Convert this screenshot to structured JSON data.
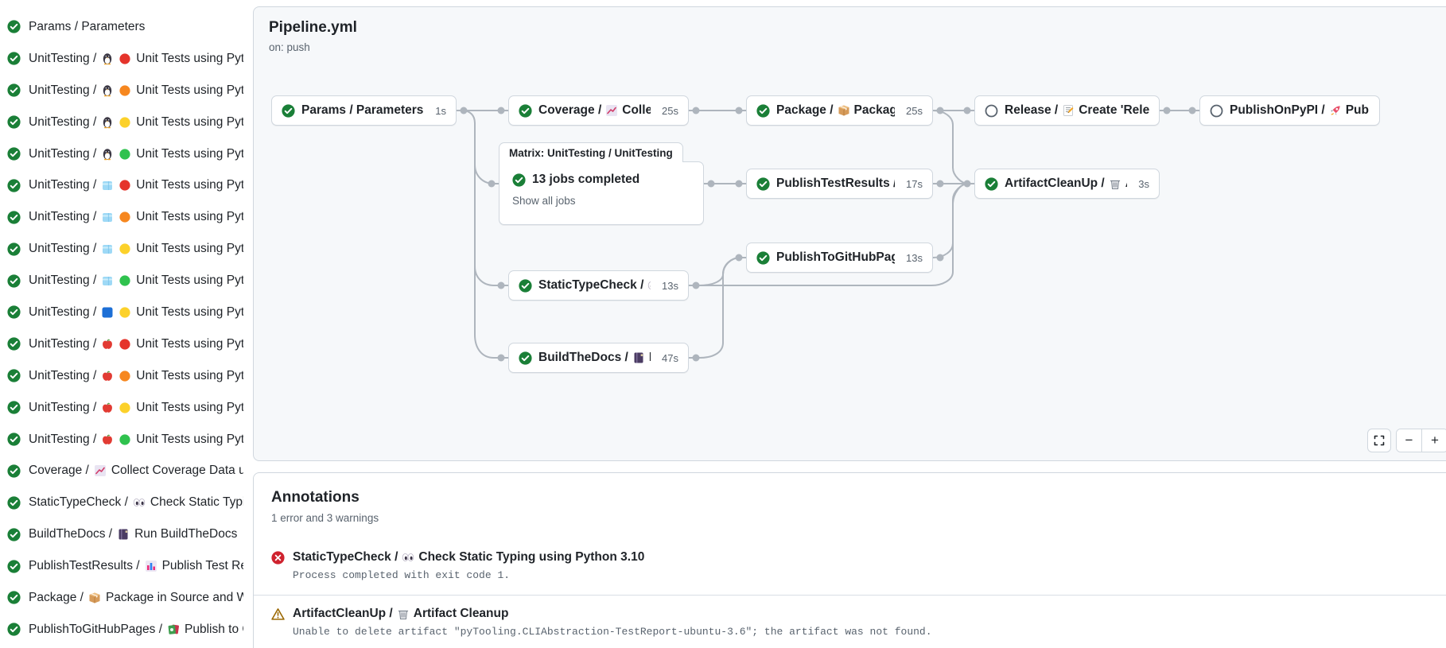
{
  "sidebar": {
    "items": [
      {
        "status": "success",
        "pre": "Params / Parameters",
        "icons": [],
        "post": ""
      },
      {
        "status": "success",
        "pre": "UnitTesting /",
        "icons": [
          "penguin",
          "dot-red"
        ],
        "post": "Unit Tests using Pyth..."
      },
      {
        "status": "success",
        "pre": "UnitTesting /",
        "icons": [
          "penguin",
          "dot-orange"
        ],
        "post": "Unit Tests using Pyth..."
      },
      {
        "status": "success",
        "pre": "UnitTesting /",
        "icons": [
          "penguin",
          "dot-yellow"
        ],
        "post": "Unit Tests using Pyth..."
      },
      {
        "status": "success",
        "pre": "UnitTesting /",
        "icons": [
          "penguin",
          "dot-green"
        ],
        "post": "Unit Tests using Pyth..."
      },
      {
        "status": "success",
        "pre": "UnitTesting /",
        "icons": [
          "ice",
          "dot-red"
        ],
        "post": "Unit Tests using Pyth..."
      },
      {
        "status": "success",
        "pre": "UnitTesting /",
        "icons": [
          "ice",
          "dot-orange"
        ],
        "post": "Unit Tests using Pyth..."
      },
      {
        "status": "success",
        "pre": "UnitTesting /",
        "icons": [
          "ice",
          "dot-yellow"
        ],
        "post": "Unit Tests using Pyth..."
      },
      {
        "status": "success",
        "pre": "UnitTesting /",
        "icons": [
          "ice",
          "dot-green"
        ],
        "post": "Unit Tests using Pyth..."
      },
      {
        "status": "success",
        "pre": "UnitTesting /",
        "icons": [
          "blue-square",
          "dot-yellow"
        ],
        "post": "Unit Tests using Pyth..."
      },
      {
        "status": "success",
        "pre": "UnitTesting /",
        "icons": [
          "apple",
          "dot-red"
        ],
        "post": "Unit Tests using Pyth..."
      },
      {
        "status": "success",
        "pre": "UnitTesting /",
        "icons": [
          "apple",
          "dot-orange"
        ],
        "post": "Unit Tests using Pyth..."
      },
      {
        "status": "success",
        "pre": "UnitTesting /",
        "icons": [
          "apple",
          "dot-yellow"
        ],
        "post": "Unit Tests using Pyth..."
      },
      {
        "status": "success",
        "pre": "UnitTesting /",
        "icons": [
          "apple",
          "dot-green"
        ],
        "post": "Unit Tests using Pyth..."
      },
      {
        "status": "success",
        "pre": "Coverage /",
        "icons": [
          "chart-up"
        ],
        "post": "Collect Coverage Data usi..."
      },
      {
        "status": "success",
        "pre": "StaticTypeCheck /",
        "icons": [
          "eyes"
        ],
        "post": "Check Static Typing..."
      },
      {
        "status": "success",
        "pre": "BuildTheDocs /",
        "icons": [
          "book"
        ],
        "post": "Run BuildTheDocs"
      },
      {
        "status": "success",
        "pre": "PublishTestResults /",
        "icons": [
          "bar-chart"
        ],
        "post": "Publish Test Resu..."
      },
      {
        "status": "success",
        "pre": "Package /",
        "icons": [
          "package"
        ],
        "post": "Package in Source and Wh..."
      },
      {
        "status": "success",
        "pre": "PublishToGitHubPages /",
        "icons": [
          "cards"
        ],
        "post": "Publish to G..."
      }
    ]
  },
  "graph": {
    "title": "Pipeline.yml",
    "trigger": "on: push",
    "matrix": {
      "tab": "Matrix: UnitTesting / UnitTesting",
      "summary": "13 jobs completed",
      "show_link": "Show all jobs"
    },
    "nodes": [
      {
        "id": "params",
        "status": "success",
        "pre": "Params / Parameters",
        "icons": [],
        "post": "",
        "duration": "1s"
      },
      {
        "id": "coverage",
        "status": "success",
        "pre": "Coverage /",
        "icons": [
          "chart-up"
        ],
        "post": "Collect Cove...",
        "duration": "25s"
      },
      {
        "id": "package",
        "status": "success",
        "pre": "Package /",
        "icons": [
          "package"
        ],
        "post": "Package in So...",
        "duration": "25s"
      },
      {
        "id": "release",
        "status": "skipped",
        "pre": "Release /",
        "icons": [
          "memo"
        ],
        "post": "Create 'Release P...",
        "duration": ""
      },
      {
        "id": "publishonpypi",
        "status": "skipped",
        "pre": "PublishOnPyPI /",
        "icons": [
          "rocket"
        ],
        "post": "Publish to ...",
        "duration": ""
      },
      {
        "id": "publishtestresults",
        "status": "success",
        "pre": "PublishTestResults /",
        "icons": [
          "bar-chart"
        ],
        "post": "Pu...",
        "duration": "17s"
      },
      {
        "id": "artifactcleanup",
        "status": "success",
        "pre": "ArtifactCleanUp /",
        "icons": [
          "trash"
        ],
        "post": "Artifac...",
        "duration": "3s"
      },
      {
        "id": "publishtogithubpages",
        "status": "success",
        "pre": "PublishToGitHubPages /",
        "icons": [
          "cards"
        ],
        "post": "...",
        "duration": "13s"
      },
      {
        "id": "statictypecheck",
        "status": "success",
        "pre": "StaticTypeCheck /",
        "icons": [
          "eyes"
        ],
        "post": "Chec...",
        "duration": "13s"
      },
      {
        "id": "buildthedocs",
        "status": "success",
        "pre": "BuildTheDocs /",
        "icons": [
          "book"
        ],
        "post": "Run Buil...",
        "duration": "47s"
      }
    ],
    "controls": {
      "zoom_out": "−",
      "zoom_in": "+"
    }
  },
  "annotations": {
    "title": "Annotations",
    "subtitle": "1 error and 3 warnings",
    "items": [
      {
        "level": "error",
        "title_pre": "StaticTypeCheck /",
        "icons": [
          "eyes"
        ],
        "title_post": "Check Static Typing using Python 3.10",
        "message": "Process completed with exit code 1."
      },
      {
        "level": "warning",
        "title_pre": "ArtifactCleanUp /",
        "icons": [
          "trash"
        ],
        "title_post": "Artifact Cleanup",
        "message": "Unable to delete artifact \"pyTooling.CLIAbstraction-TestReport-ubuntu-3.6\"; the artifact was not found."
      }
    ]
  }
}
